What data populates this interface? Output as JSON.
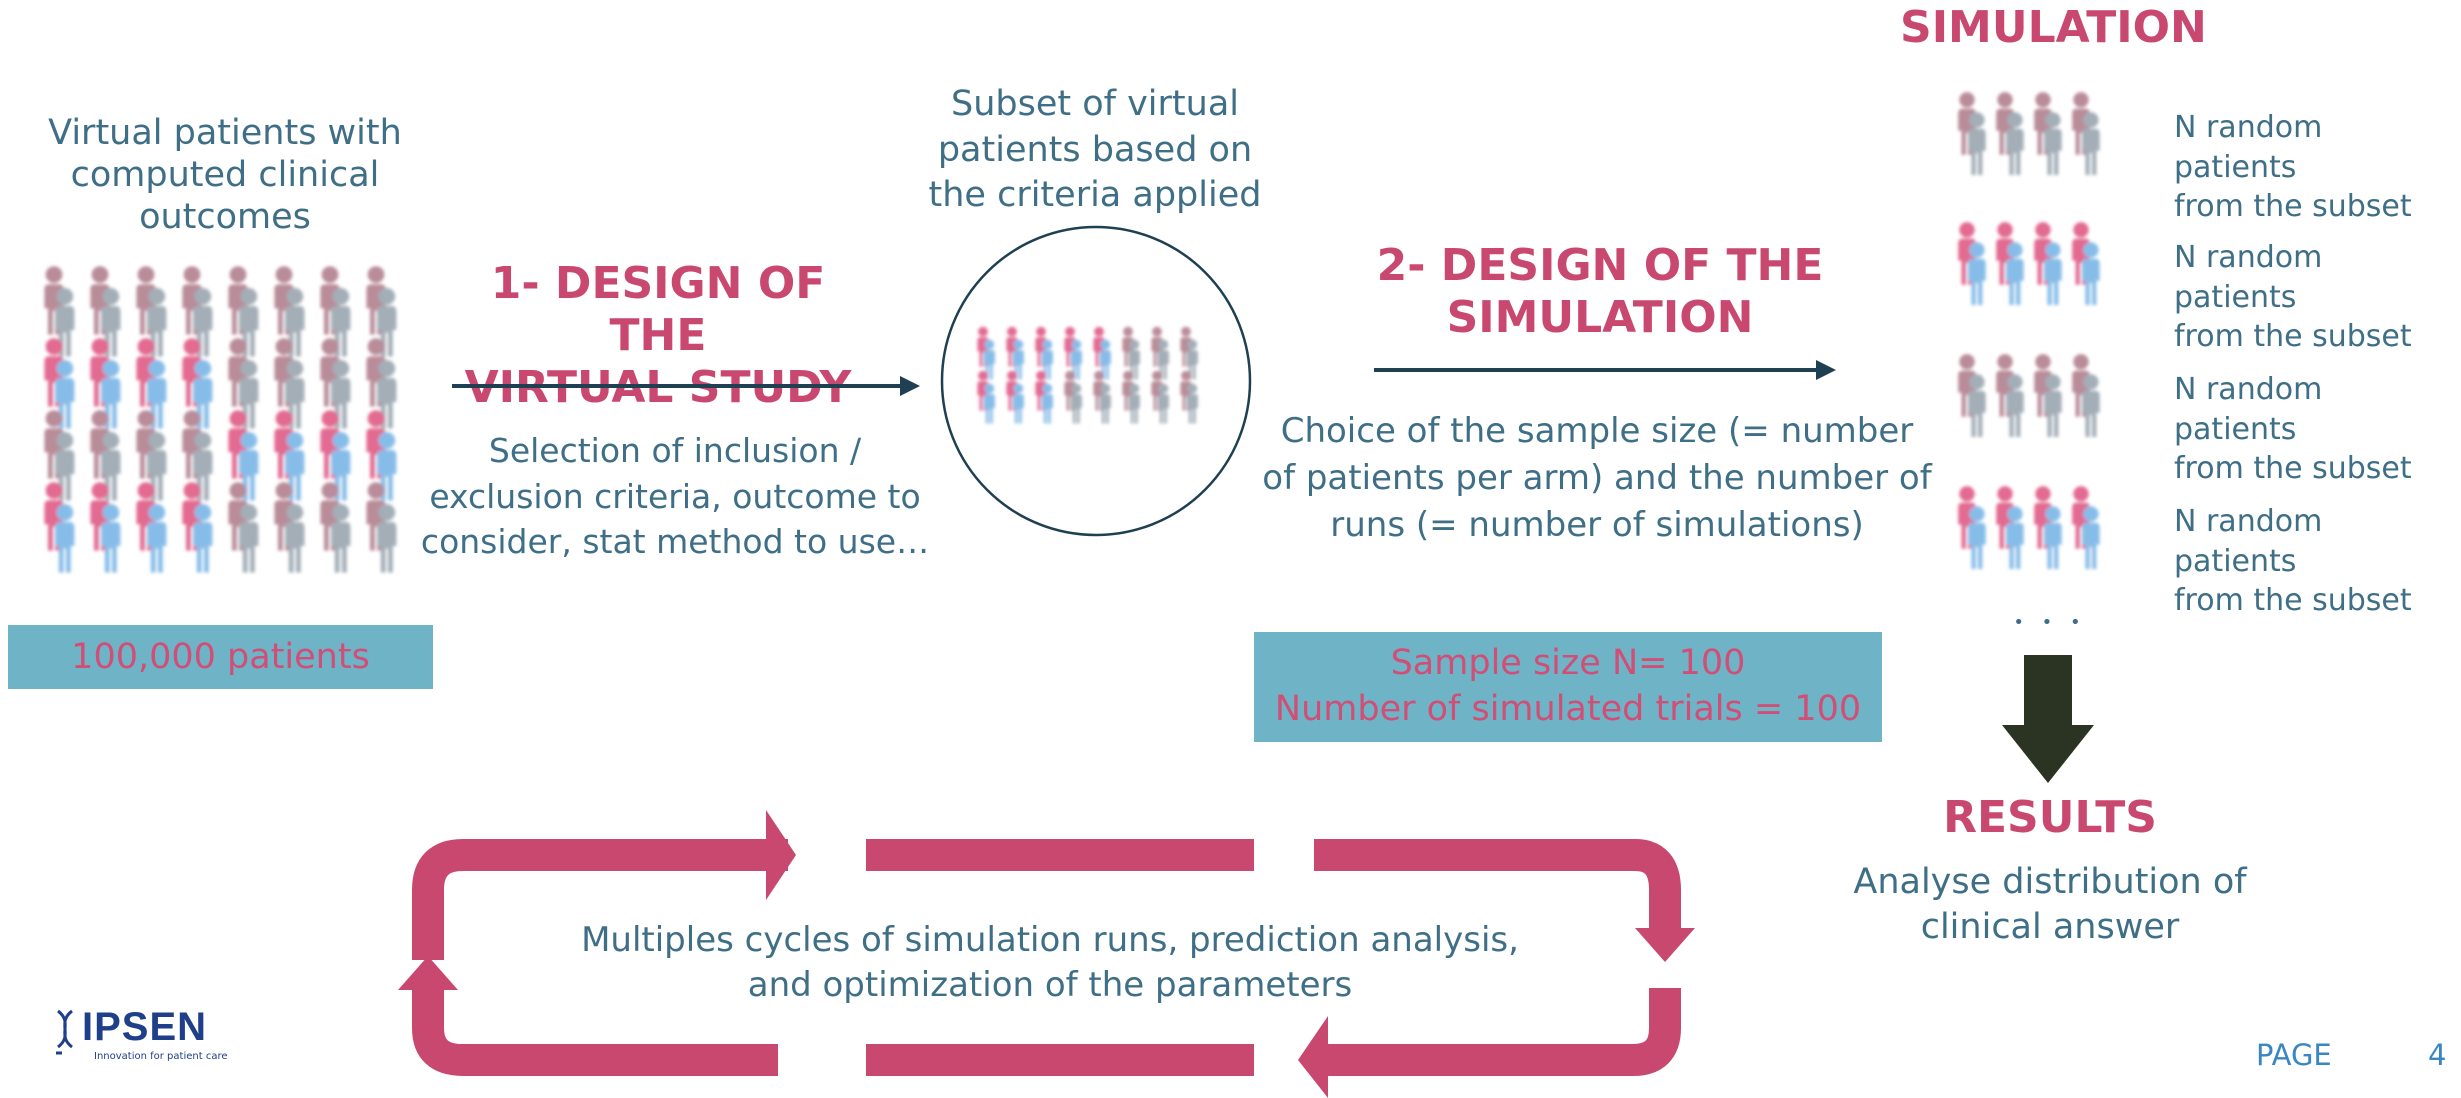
{
  "header": {
    "simulation_title": "SIMULATION"
  },
  "left": {
    "caption": "Virtual patients with computed clinical outcomes",
    "count_label": "100,000 patients"
  },
  "step1": {
    "title_line1": "1- DESIGN OF THE",
    "title_line2": "VIRTUAL STUDY",
    "description": "Selection of inclusion / exclusion criteria, outcome to consider, stat method to use…"
  },
  "subset": {
    "caption": "Subset of virtual patients based on the criteria applied"
  },
  "step2": {
    "title_line1": "2- DESIGN OF THE",
    "title_line2": "SIMULATION",
    "description": "Choice of the sample size (= number of patients per arm) and the number of runs (= number of simulations)"
  },
  "params_box": {
    "line1": "Sample size N= 100",
    "line2": "Number of simulated trials = 100"
  },
  "runs": [
    {
      "line1": "N random patients",
      "line2": "from the subset"
    },
    {
      "line1": "N random patients",
      "line2": "from the subset"
    },
    {
      "line1": "N random patients",
      "line2": "from the subset"
    },
    {
      "line1": "N random patients",
      "line2": "from the subset"
    }
  ],
  "ellipsis": "• • •",
  "results": {
    "title": "RESULTS",
    "description": "Analyse distribution of clinical answer"
  },
  "cycle": {
    "line1": "Multiples cycles of simulation runs, prediction analysis,",
    "line2": "and optimization of the parameters"
  },
  "logo": {
    "name": "IPSEN",
    "tagline": "Innovation for patient care"
  },
  "footer": {
    "page_label": "PAGE",
    "page_number": "4"
  },
  "colors": {
    "accent_pink": "#c9486f",
    "text_teal": "#3f6f86",
    "box_teal": "#6fb4c6",
    "arrow_navy": "#1f3f52",
    "arrow_dark": "#2b3322",
    "person_pink": "#e05a85",
    "person_blue": "#7ab6e6",
    "person_grey": "#9aa6b0",
    "person_mauve": "#b2808f"
  }
}
